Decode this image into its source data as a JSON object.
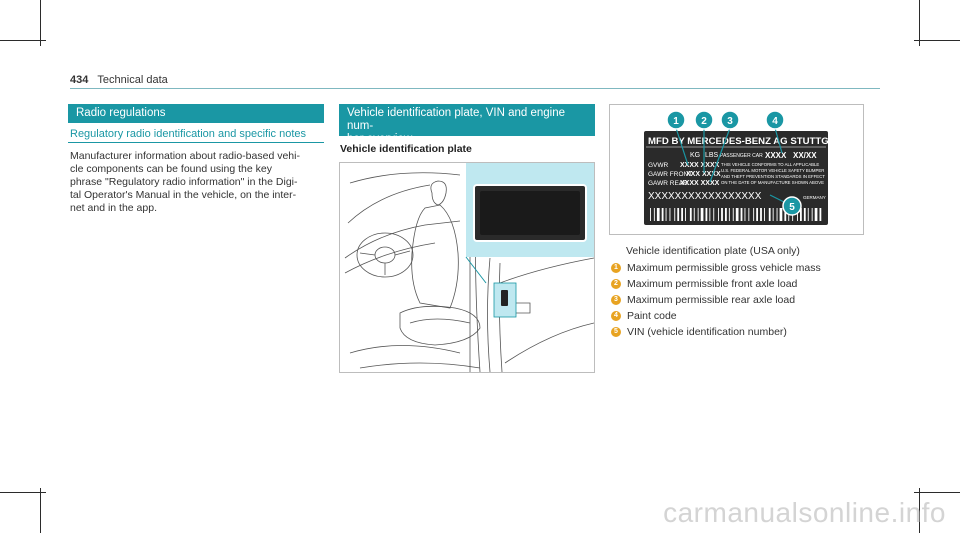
{
  "page": {
    "number": "434",
    "section": "Technical data"
  },
  "left_column": {
    "bar_title": "Radio regulations",
    "subheading": "Regulatory radio identification and specific notes",
    "paragraph_lines": [
      "Manufacturer information about radio-based vehi-",
      "cle components can be found using the key",
      "phrase \"Regulatory radio information\" in the Digi-",
      "tal Operator's Manual in the vehicle, on the inter-",
      "net and in the app."
    ]
  },
  "middle_column": {
    "bar_title_lines": [
      "Vehicle identification plate, VIN and engine num-",
      "ber overview"
    ],
    "heading": "Vehicle identification plate"
  },
  "plate": {
    "line1": "MFD BY MERCEDES-BENZ AG STUTTGART",
    "kg": "KG",
    "lbs": "LBS",
    "passenger_car": "PASSENGER CAR",
    "code1": "XXXX",
    "code2": "XX/XX",
    "gvwr": "GVWR",
    "gawr_front": "GAWR FRONT",
    "gawr_rear": "GAWR REAR",
    "val_gvwr": "XXXX XXXX",
    "val_front": "XXX XXXX",
    "val_rear": "XXXX XXXX",
    "notice_lines": [
      "THIS VEHICLE CONFORMS TO ALL APPLICABLE",
      "U.S. FEDERAL MOTOR VEHICLE SAFETY BUMPER",
      "AND THEFT PREVENTION STANDARDS IN EFFECT",
      "ON THE DATE OF MANUFACTURE SHOWN ABOVE"
    ],
    "vin": "XXXXXXXXXXXXXXXXX",
    "made_in": "GERMANY",
    "callouts": [
      "1",
      "2",
      "3",
      "4",
      "5"
    ]
  },
  "right_column": {
    "caption": "Vehicle identification plate (USA only)",
    "legend": [
      {
        "num": "1",
        "text": "Maximum permissible gross vehicle mass"
      },
      {
        "num": "2",
        "text": "Maximum permissible front axle load"
      },
      {
        "num": "3",
        "text": "Maximum permissible rear axle load"
      },
      {
        "num": "4",
        "text": "Paint code"
      },
      {
        "num": "5",
        "text": "VIN (vehicle identification number)"
      }
    ]
  },
  "colors": {
    "accent": "#1a97a4",
    "callout": "#1a97a4",
    "legend_dot": "#e8a321"
  },
  "watermark": "carmanualsonline.info"
}
